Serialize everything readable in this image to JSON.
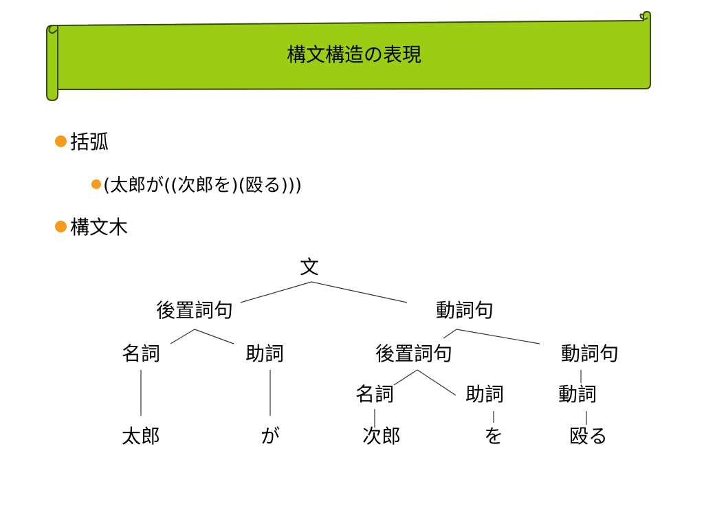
{
  "slide": {
    "title": "構文構造の表現",
    "banner_color": "#9acd14",
    "banner_outline": "#3a4a0a",
    "bullet_color": "#f79b1c"
  },
  "bullets": [
    {
      "level": 1,
      "text": "括弧"
    },
    {
      "level": 2,
      "text": "(太郎が((次郎を)(殴る)))"
    },
    {
      "level": 1,
      "text": "構文木"
    }
  ],
  "tree": {
    "nodes": {
      "root": "文",
      "pp1": "後置詞句",
      "vp1": "動詞句",
      "n1": "名詞",
      "p1": "助詞",
      "pp2": "後置詞句",
      "vp2": "動詞句",
      "n2": "名詞",
      "p2": "助詞",
      "v1": "動詞",
      "w1": "太郎",
      "w2": "が",
      "w3": "次郎",
      "w4": "を",
      "w5": "殴る"
    },
    "edges": [
      [
        "root",
        "pp1"
      ],
      [
        "root",
        "vp1"
      ],
      [
        "pp1",
        "n1"
      ],
      [
        "pp1",
        "p1"
      ],
      [
        "vp1",
        "pp2"
      ],
      [
        "vp1",
        "vp2"
      ],
      [
        "n1",
        "w1"
      ],
      [
        "p1",
        "w2"
      ],
      [
        "pp2",
        "n2"
      ],
      [
        "pp2",
        "p2"
      ],
      [
        "vp2",
        "v1"
      ],
      [
        "n2",
        "w3"
      ],
      [
        "p2",
        "w4"
      ],
      [
        "v1",
        "w5"
      ]
    ]
  }
}
